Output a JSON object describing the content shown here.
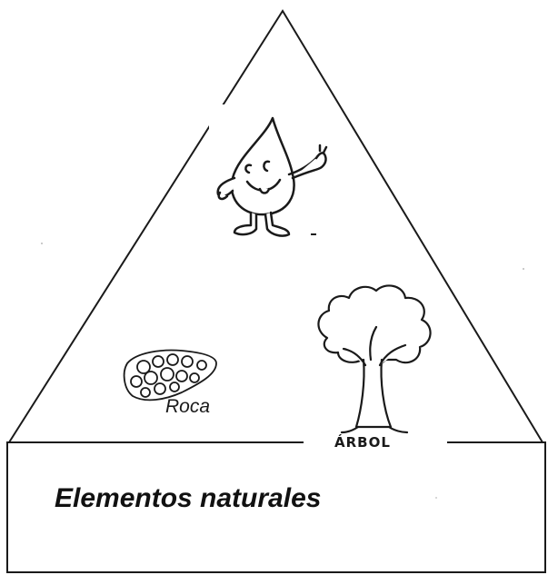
{
  "labels": {
    "rock": "Roca",
    "tree": "ÁRBOL",
    "title": "Elementos naturales"
  },
  "icons": {
    "water": "water-drop-character-icon",
    "rock": "rock-icon",
    "tree": "tree-icon"
  },
  "colors": {
    "ink": "#1a1a1a",
    "paper": "#ffffff"
  }
}
